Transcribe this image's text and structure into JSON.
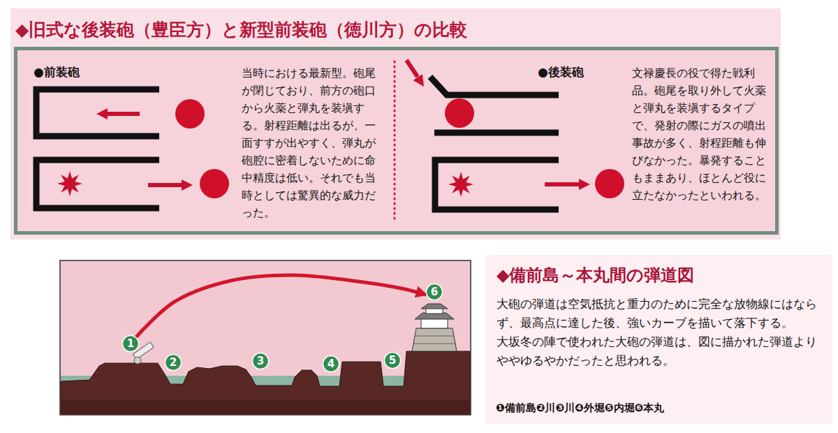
{
  "diagram": {
    "nodes": [
      {
        "text": [
          "◆旧式な後装砲（豊臣方）と新型前装砲（徳川方）の比較"
        ]
      },
      {
        "text": [
          "●前装砲",
          "当時における最新型。砲尾が閉じており、前方の砲口から火薬と弾丸を装塡する。射程距離は出るが、一面すすが出やすく、弾丸が砲腔に密着しないために命中精度は低い。それでも当時としては驚異的な威力だった。"
        ],
        "in": 0
      },
      {
        "text": [
          "●後装砲",
          "文禄慶長の役で得た戦利品。砲尾を取り外して火薬と弾丸を装塡するタイプで、発射の際にガスの噴出事故が多く、射程距離も伸びなかった。暴発することもままあり、ほとんど役に立たなかったといわれる。"
        ],
        "in": 0
      },
      {
        "text": [
          "1"
        ]
      },
      {
        "text": [
          "2"
        ]
      },
      {
        "text": [
          "3"
        ]
      },
      {
        "text": [
          "4"
        ]
      },
      {
        "text": [
          "5"
        ]
      },
      {
        "text": [
          "6"
        ]
      },
      {
        "text": [
          "◆備前島～本丸間の弾道図",
          "大砲の弾道は空気抵抗と重力のために完全な放物線にはならず、最高点に達した後、強いカーブを描いて落下する。",
          "大坂冬の陣で使われた大砲の弾道は、図に描かれた弾道よりややゆるやかだったと思われる。"
        ]
      }
    ],
    "edges": [
      {
        "from": 3,
        "to": 8,
        "arrow": "to"
      }
    ],
    "labels": [
      "❶備前島❷川❸川❹外堀❺内堀❻本丸"
    ]
  }
}
